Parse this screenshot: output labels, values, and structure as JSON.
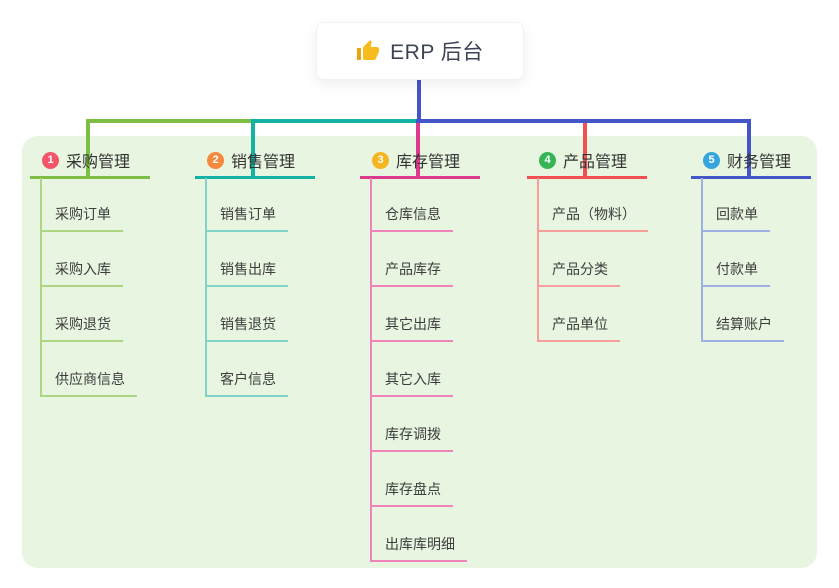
{
  "root": {
    "title": "ERP 后台",
    "icon": "thumbs-up-icon",
    "icon_color": "#f6bc1e",
    "icon_cuff_color": "#e9a414",
    "line_color": "#4456c7"
  },
  "canvas": {
    "background": "#ffffff",
    "panel_color": "#e8f5e0"
  },
  "branches": [
    {
      "index": "1",
      "label": "采购管理",
      "badge_color": "#f3566b",
      "line_color": "#7fbe45",
      "child_line_color": "#aed584",
      "children": [
        "采购订单",
        "采购入库",
        "采购退货",
        "供应商信息"
      ]
    },
    {
      "index": "2",
      "label": "销售管理",
      "badge_color": "#f58a3d",
      "line_color": "#14b2a5",
      "child_line_color": "#7fd3c9",
      "children": [
        "销售订单",
        "销售出库",
        "销售退货",
        "客户信息"
      ]
    },
    {
      "index": "3",
      "label": "库存管理",
      "badge_color": "#f6b51e",
      "line_color": "#de3a8d",
      "child_line_color": "#ef82b8",
      "children": [
        "仓库信息",
        "产品库存",
        "其它出库",
        "其它入库",
        "库存调拨",
        "库存盘点",
        "出库库明细"
      ]
    },
    {
      "index": "4",
      "label": "产品管理",
      "badge_color": "#35b555",
      "line_color": "#f15052",
      "child_line_color": "#f79e9b",
      "children": [
        "产品（物料）",
        "产品分类",
        "产品单位"
      ]
    },
    {
      "index": "5",
      "label": "财务管理",
      "badge_color": "#35a6dd",
      "line_color": "#4456c7",
      "child_line_color": "#9cb0e4",
      "children": [
        "回款单",
        "付款单",
        "结算账户"
      ]
    }
  ]
}
